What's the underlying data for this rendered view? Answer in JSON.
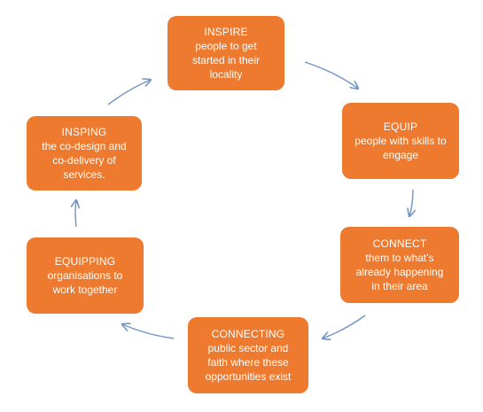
{
  "colors": {
    "box_fill": "#ee7a2f",
    "box_text": "#ffffff",
    "arrow": "#6f93c6"
  },
  "steps": [
    {
      "title": "INSPIRE",
      "body": "people to get\nstarted in their\nlocality"
    },
    {
      "title": "EQUIP",
      "body": "people with skills to\nengage"
    },
    {
      "title": "CONNECT",
      "body": "them to what’s\nalready happening\nin their area"
    },
    {
      "title": "CONNECTING",
      "body": "public sector and\nfaith where these\nopportunities exist"
    },
    {
      "title": "EQUIPPING",
      "body": "organisations to\nwork together"
    },
    {
      "title": "INSPING",
      "body": "the co-design and\nco-delivery of\nservices."
    }
  ]
}
